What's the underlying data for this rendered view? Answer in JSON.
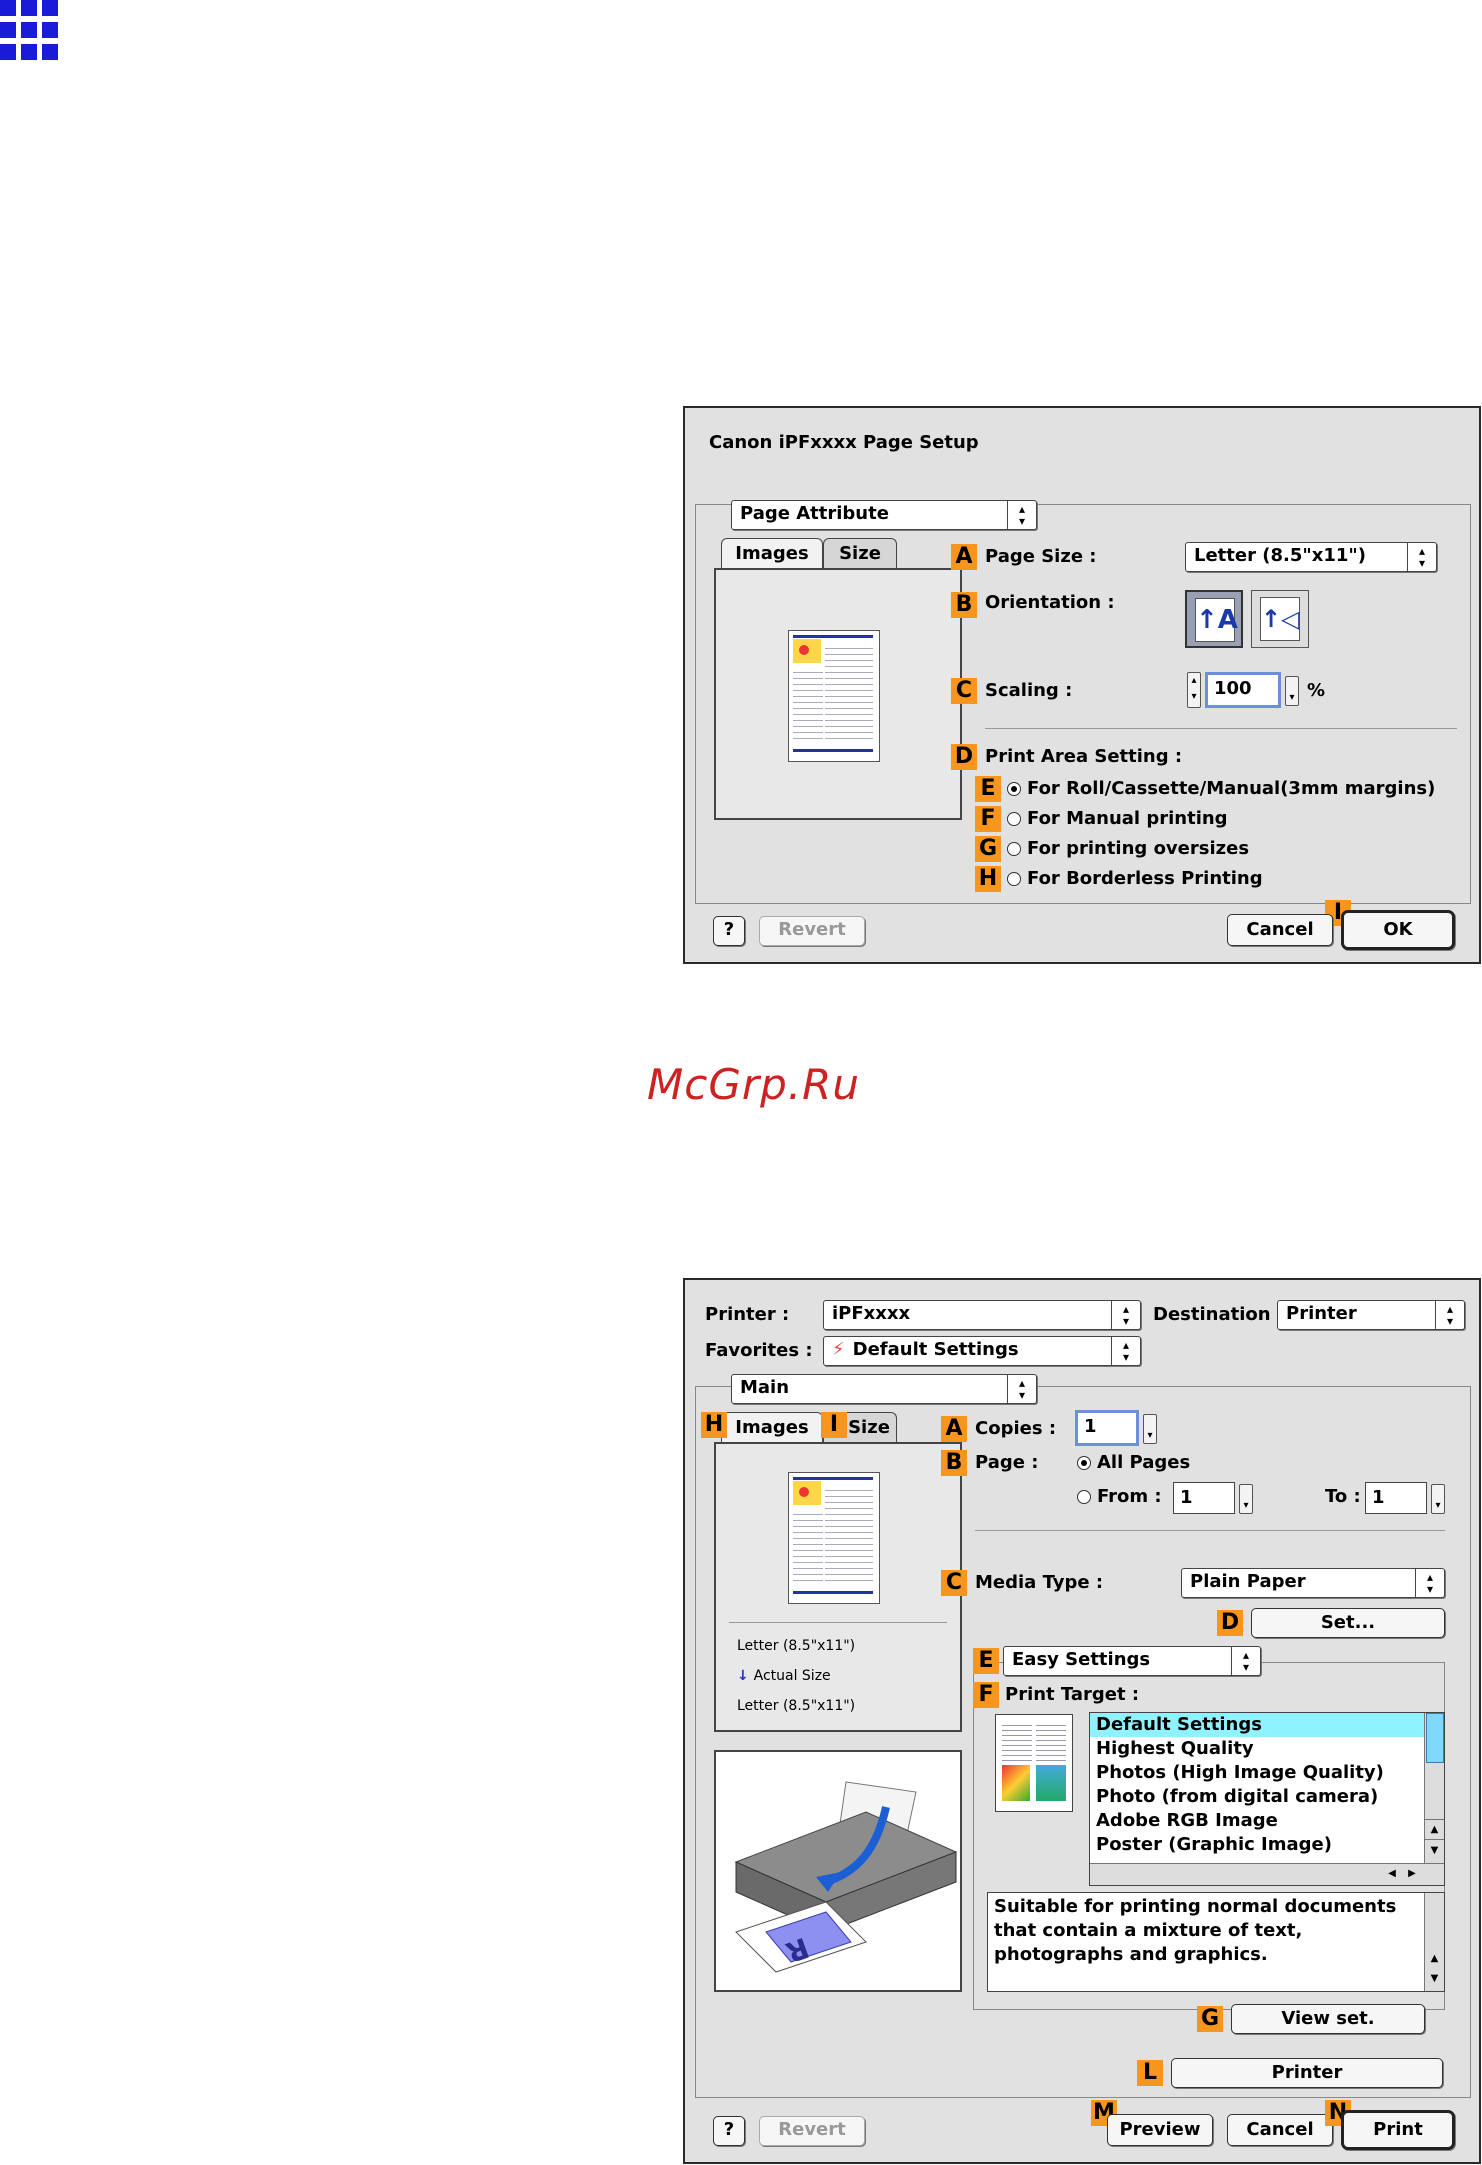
{
  "watermark": "McGrp.Ru",
  "dialog1": {
    "title": "Canon iPFxxxx Page Setup",
    "attr_popup": "Page Attribute",
    "tabs": [
      "Images",
      "Size"
    ],
    "markers": [
      "A",
      "B",
      "C",
      "D",
      "E",
      "F",
      "G",
      "H",
      "I"
    ],
    "page_size_label": "Page Size :",
    "page_size_value": "Letter (8.5\"x11\")",
    "orientation_label": "Orientation :",
    "scaling_label": "Scaling :",
    "scaling_value": "100",
    "scaling_unit": "%",
    "print_area_label": "Print Area Setting :",
    "options": [
      {
        "label": "For Roll/Cassette/Manual(3mm margins)",
        "selected": true
      },
      {
        "label": "For Manual printing",
        "selected": false
      },
      {
        "label": "For printing oversizes",
        "selected": false
      },
      {
        "label": "For Borderless Printing",
        "selected": false
      }
    ],
    "help": "?",
    "revert": "Revert",
    "cancel": "Cancel",
    "ok": "OK"
  },
  "dialog2": {
    "printer_label": "Printer :",
    "printer_value": "iPFxxxx",
    "destination_label": "Destination :",
    "destination_value": "Printer",
    "favorites_label": "Favorites :",
    "favorites_value": "Default Settings",
    "main_popup": "Main",
    "tabs": [
      "Images",
      "Size"
    ],
    "markers": [
      "H",
      "I",
      "A",
      "B",
      "C",
      "D",
      "E",
      "F",
      "G",
      "L",
      "M",
      "N"
    ],
    "copies_label": "Copies :",
    "copies_value": "1",
    "page_label": "Page :",
    "all_pages": "All Pages",
    "from_label": "From :",
    "from_value": "1",
    "to_label": "To :",
    "to_value": "1",
    "media_type_label": "Media Type :",
    "media_type_value": "Plain Paper",
    "set_button": "Set...",
    "easy_settings": "Easy Settings",
    "print_target_label": "Print Target :",
    "targets": [
      "Default Settings",
      "Highest Quality",
      "Photos (High Image Quality)",
      "Photo (from digital camera)",
      "Adobe RGB Image",
      "Poster (Graphic Image)"
    ],
    "description": "Suitable for printing normal documents that contain a mixture of text, photographs and graphics.",
    "view_set": "View set.",
    "printer_button": "Printer",
    "size_from": "Letter (8.5\"x11\")",
    "actual_size": "Actual Size",
    "size_to": "Letter (8.5\"x11\")",
    "help": "?",
    "revert": "Revert",
    "preview": "Preview",
    "cancel": "Cancel",
    "print": "Print"
  }
}
